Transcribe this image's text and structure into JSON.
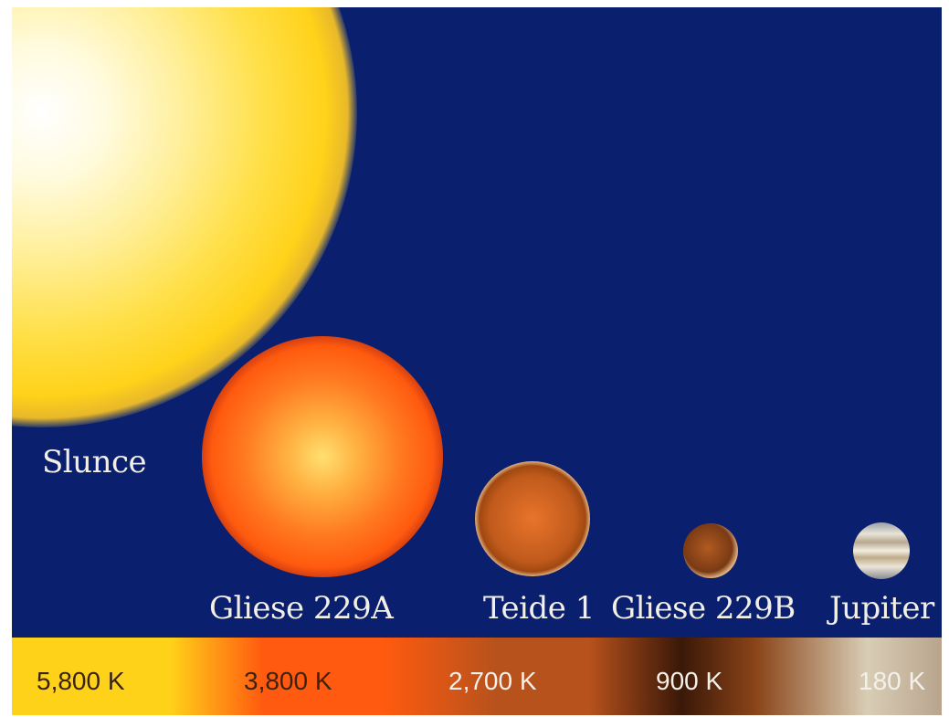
{
  "colors": {
    "background": "#0a1f6e",
    "label_text": "#f2efe6",
    "temp_scale_text_dark": "#3b2310",
    "temp_scale_text_light": "#f4f0ea"
  },
  "bodies": [
    {
      "name": "Slunce",
      "temperature": "5,800 K",
      "color": "#ffd21a"
    },
    {
      "name": "Gliese 229A",
      "temperature": "3,800 K",
      "color": "#ff5a0f"
    },
    {
      "name": "Teide 1",
      "temperature": "2,700 K",
      "color": "#b8521c"
    },
    {
      "name": "Gliese 229B",
      "temperature": "900 K",
      "color": "#8a4418"
    },
    {
      "name": "Jupiter",
      "temperature": "180 K",
      "color": "#d8cdb5"
    }
  ],
  "temperature_scale": [
    "5,800 K",
    "3,800 K",
    "2,700 K",
    "900 K",
    "180 K"
  ]
}
